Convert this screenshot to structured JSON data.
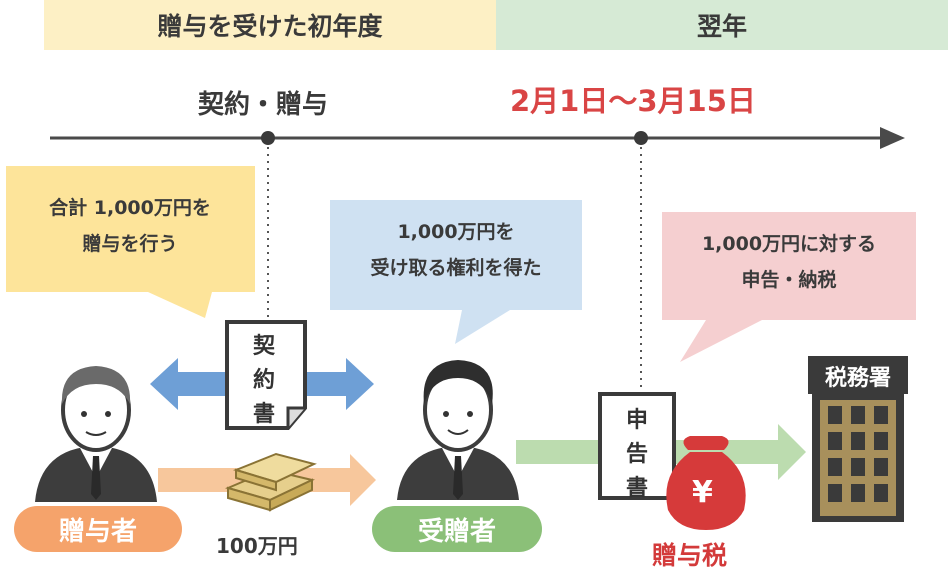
{
  "header": {
    "first_year": "贈与を受けた初年度",
    "next_year": "翌年"
  },
  "timeline": {
    "contract_label": "契約・贈与",
    "deadline_label": "2月1日〜3月15日"
  },
  "bubbles": {
    "donor": {
      "line1": "合計 1,000万円を",
      "line2": "贈与を行う"
    },
    "recipient": {
      "line1": "1,000万円を",
      "line2": "受け取る権利を得た"
    },
    "filing": {
      "line1": "1,000万円に対する",
      "line2": "申告・納税"
    }
  },
  "documents": {
    "contract": "契約書",
    "declaration": "申告書"
  },
  "people": {
    "donor_label": "贈与者",
    "recipient_label": "受贈者"
  },
  "money_label": "100万円",
  "tax_office_label": "税務署",
  "tax_label": "贈与税",
  "yen_symbol": "¥",
  "colors": {
    "first_year_band": "#fdf0c5",
    "next_year_band": "#d6ead5",
    "deadline_text": "#d94545",
    "donor_bubble": "#fde49a",
    "recipient_bubble": "#cfe1f2",
    "filing_bubble": "#f5cfd0",
    "donor_pill": "#f5a36b",
    "recipient_pill": "#8bc078",
    "tax_text": "#d33a3a",
    "money_bag": "#d63a3a",
    "building": "#a8905c"
  }
}
